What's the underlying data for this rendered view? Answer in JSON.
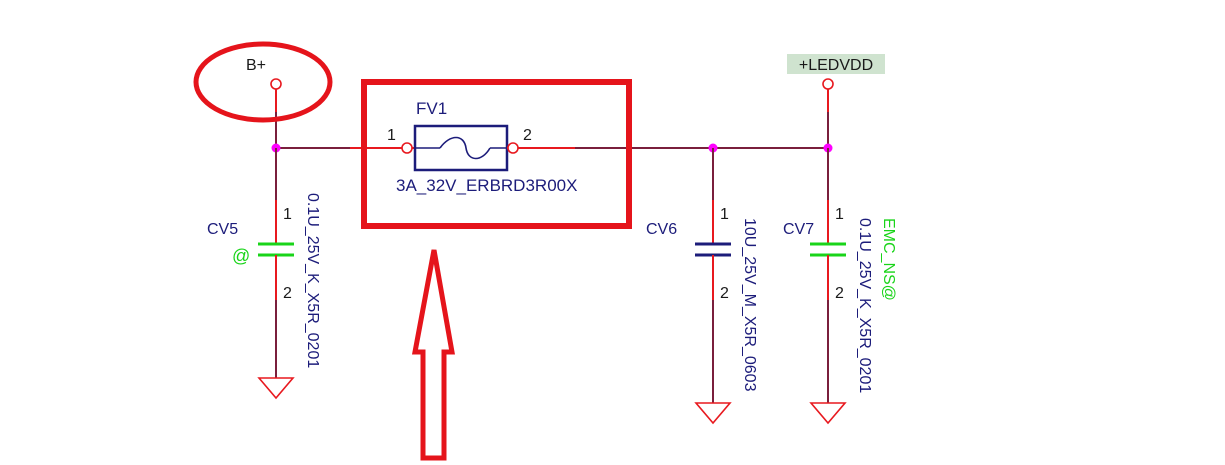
{
  "nets": {
    "b_plus": "B+",
    "ledvdd": "+LEDVDD"
  },
  "fuse": {
    "ref": "FV1",
    "value": "3A_32V_ERBRD3R00X",
    "pin1": "1",
    "pin2": "2"
  },
  "caps": {
    "cv5": {
      "ref": "CV5",
      "marker": "@",
      "value": "0.1U_25V_K_X5R_0201",
      "pin1": "1",
      "pin2": "2"
    },
    "cv6": {
      "ref": "CV6",
      "value": "10U_25V_M_X5R_0603",
      "pin1": "1",
      "pin2": "2"
    },
    "cv7": {
      "ref": "CV7",
      "marker": "EMC_NS@",
      "value": "0.1U_25V_K_X5R_0201",
      "pin1": "1",
      "pin2": "2"
    }
  },
  "colors": {
    "wire": "#7a1f3c",
    "component": "#1c1c7a",
    "junction": "#ff00ff",
    "annotation": "#e5141b",
    "ns_marker": "#19d419",
    "net_label_bg": "#cfe3cf"
  }
}
